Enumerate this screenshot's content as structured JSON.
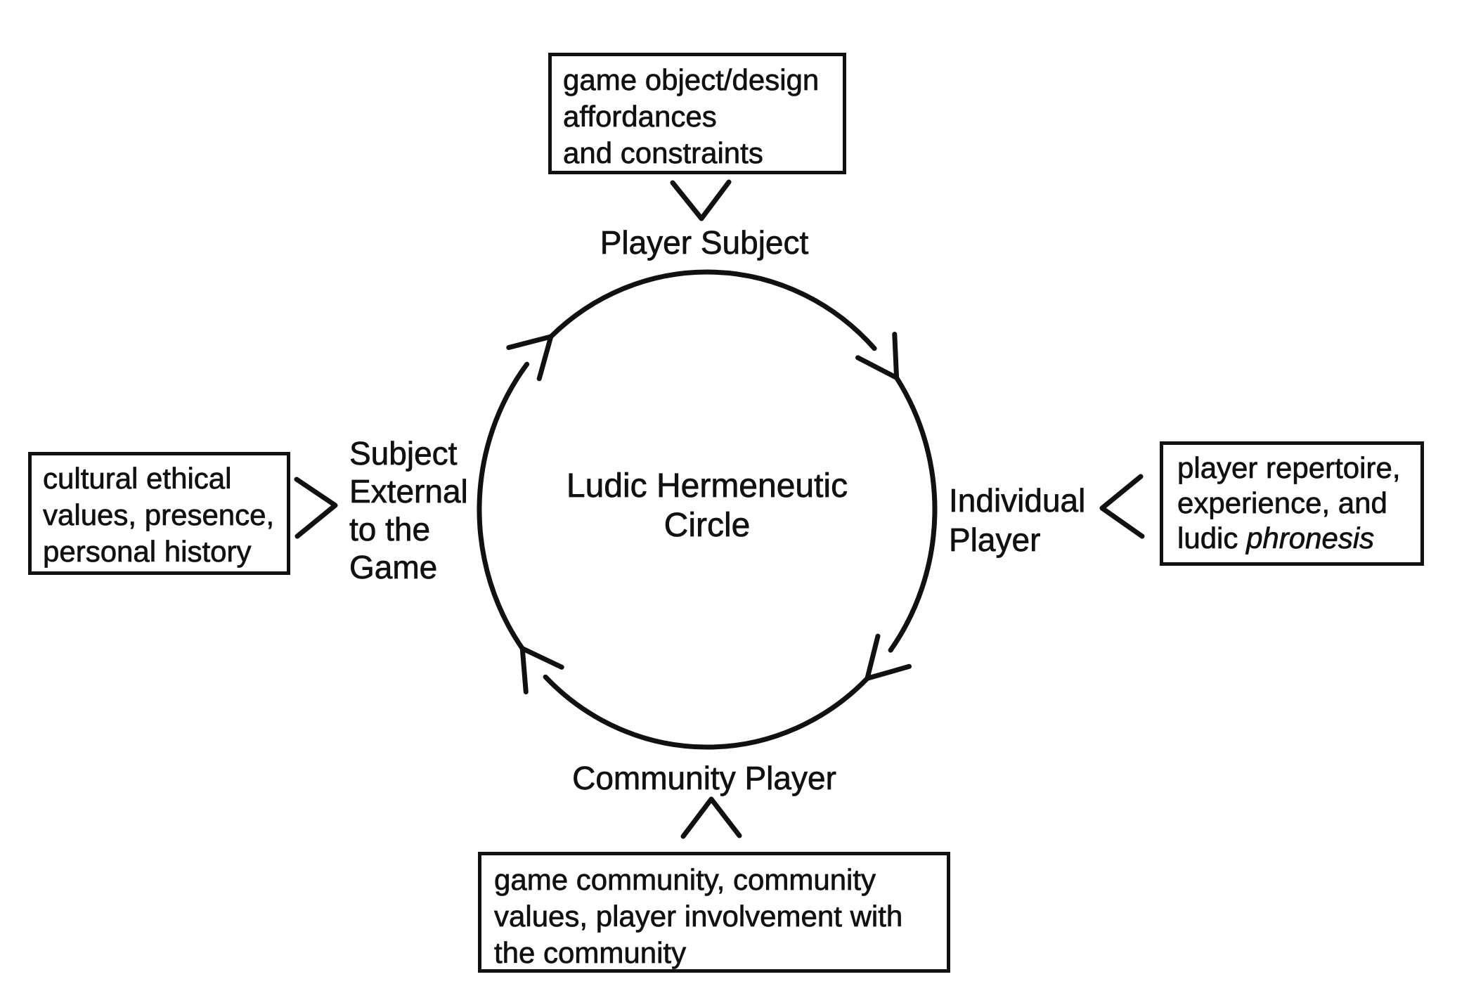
{
  "background": "#ffffff",
  "ink_color": "#111111",
  "center": {
    "label": "Ludic Hermeneutic\nCircle"
  },
  "nodes": {
    "top": {
      "label": "Player Subject"
    },
    "right": {
      "label": "Individual\nPlayer"
    },
    "bottom": {
      "label": "Community Player"
    },
    "left": {
      "label": "Subject\nExternal\nto the\nGame"
    }
  },
  "boxes": {
    "top": {
      "text": "game object/design\naffordances\nand constraints"
    },
    "right": {
      "line1": "player repertoire,",
      "line2": "experience, and",
      "line3_regular": "ludic ",
      "line3_italic": "phronesis"
    },
    "bottom": {
      "text": "game community, community\nvalues, player involvement with\nthe community"
    },
    "left": {
      "text": "cultural ethical\nvalues, presence,\npersonal history"
    }
  },
  "flow": {
    "direction": "clockwise",
    "arrow_count": "4"
  }
}
